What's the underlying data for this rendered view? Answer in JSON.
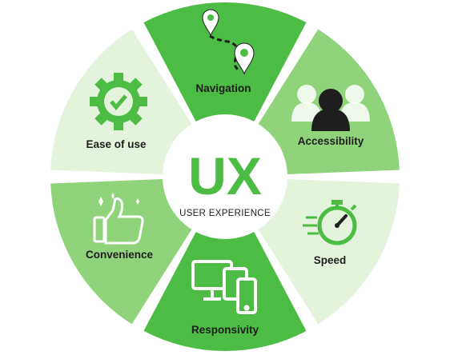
{
  "center": {
    "title": "UX",
    "subtitle": "USER EXPERIENCE"
  },
  "segments": [
    {
      "label": "Navigation",
      "icon": "map-route-icon",
      "color": "#4cbc44"
    },
    {
      "label": "Accessibility",
      "icon": "user-group-icon",
      "color": "#8fd47a"
    },
    {
      "label": "Speed",
      "icon": "stopwatch-icon",
      "color": "#e3f3dc"
    },
    {
      "label": "Responsivity",
      "icon": "devices-icon",
      "color": "#4cbc44"
    },
    {
      "label": "Convenience",
      "icon": "thumbs-up-icon",
      "color": "#8fd47a"
    },
    {
      "label": "Ease of use",
      "icon": "gear-check-icon",
      "color": "#e3f3dc"
    }
  ],
  "colors": {
    "accent": "#4cbc44",
    "mid": "#8fd47a",
    "light": "#e3f3dc",
    "dark": "#1e1e1e",
    "icon_white": "#ffffff"
  }
}
